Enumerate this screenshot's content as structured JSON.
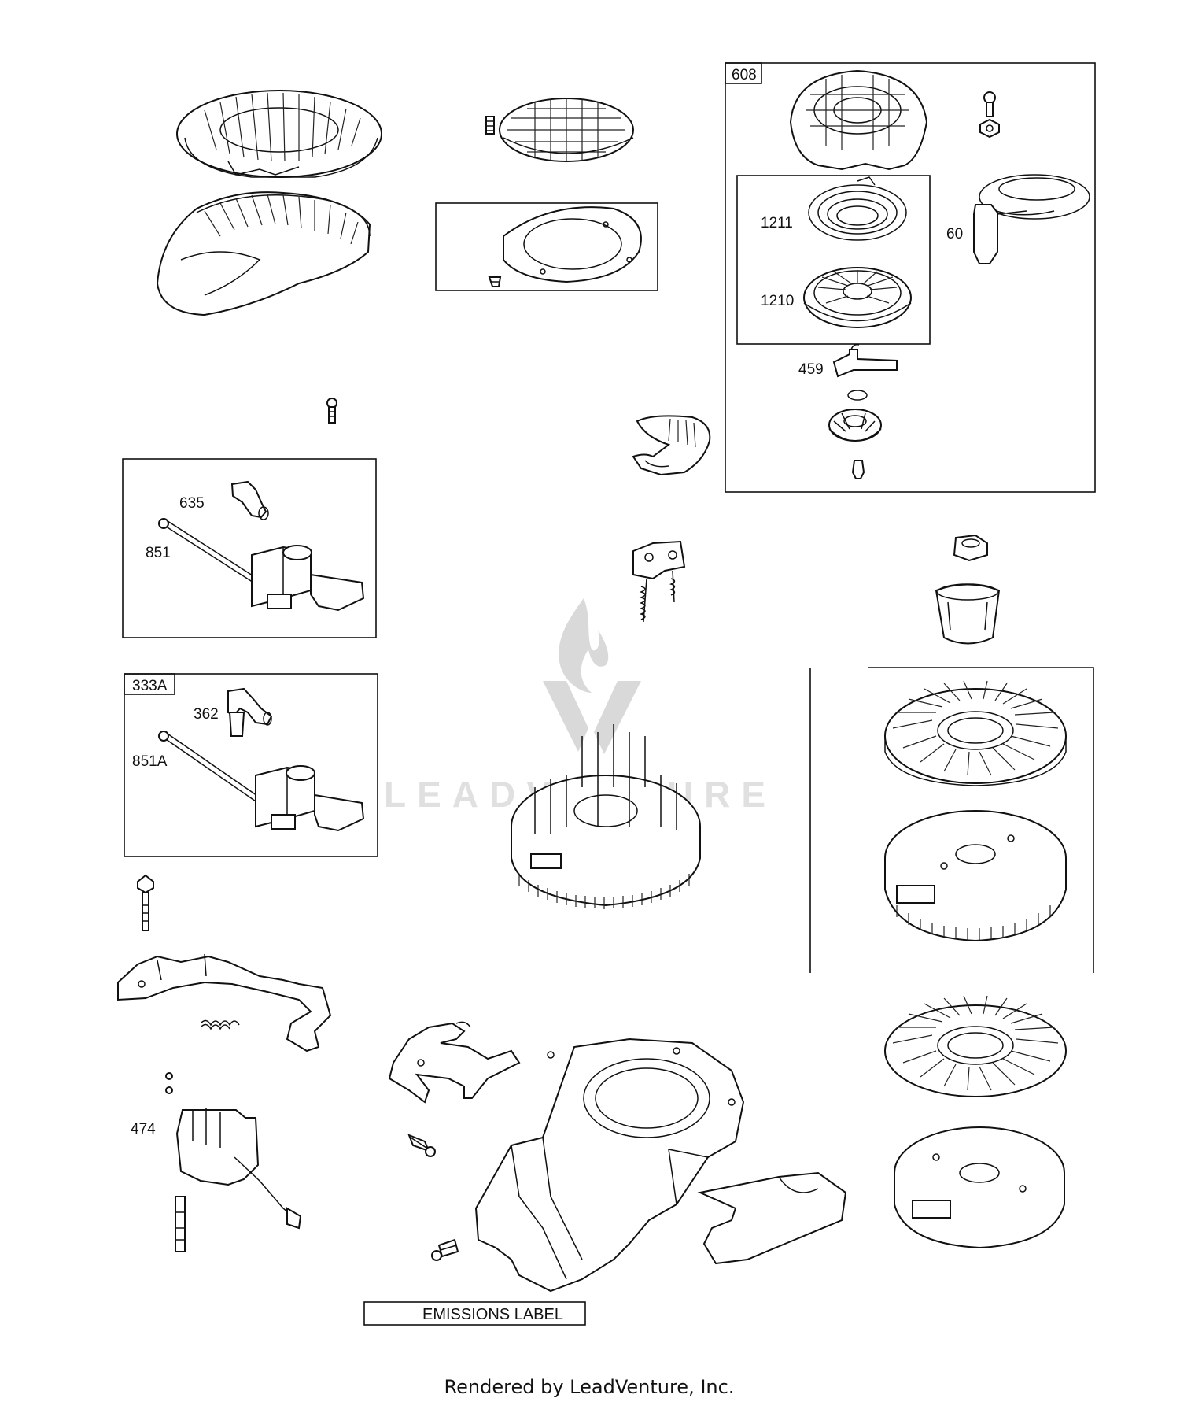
{
  "callouts": {
    "c608": "608",
    "c1211": "1211",
    "c1210": "1210",
    "c60": "60",
    "c459": "459",
    "c635": "635",
    "c851": "851",
    "c333A": "333A",
    "c362": "362",
    "c851A": "851A",
    "c474": "474"
  },
  "emissions_label": "EMISSIONS LABEL",
  "footer": "Rendered by LeadVenture, Inc.",
  "watermark": "LEADVENTURE"
}
